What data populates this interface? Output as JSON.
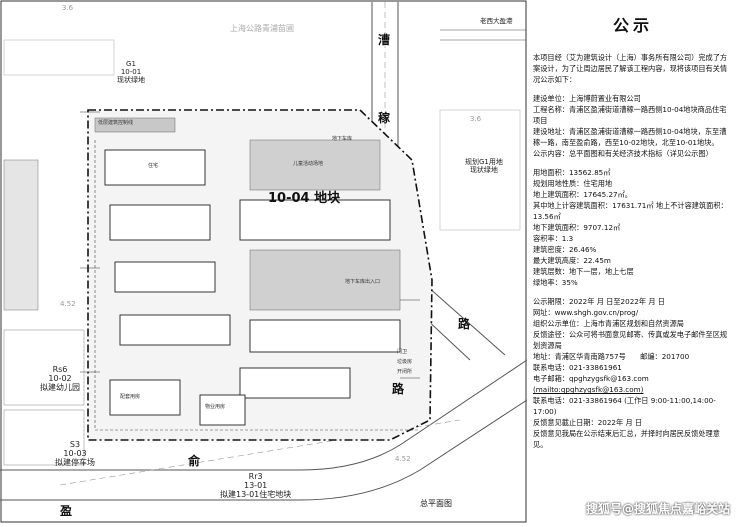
{
  "plan": {
    "top_road_name": "上海公路青浦苗圃",
    "lot_g1": {
      "line1": "G1",
      "line2": "10-01",
      "line3": "现状绿地"
    },
    "lot_main": {
      "label": "10-04 地块"
    },
    "lot_right": {
      "line1": "规划G1用地",
      "line2": "现状绿地"
    },
    "lot_rs6": {
      "line1": "Rs6",
      "line2": "10-02",
      "line3": "拟建幼儿园"
    },
    "lot_s3": {
      "line1": "S3",
      "line2": "10-03",
      "line3": "拟建停车场"
    },
    "lot_rr3": {
      "line1": "Rr3",
      "line2": "13-01",
      "line3": "拟建13-01住宅地块"
    },
    "top_right_label": "老西大盈港",
    "road_chars": {
      "c1": "漕",
      "c2": "稼",
      "c3": "路",
      "c4": "路",
      "c5": "俞",
      "c6": "盈"
    },
    "small_labels": {
      "s1": "低层建筑控制线",
      "s2": "住宅",
      "s3": "儿童活动场地",
      "s4": "地下车库",
      "s5": "配套用房",
      "s6": "物业用房",
      "s7": "门卫",
      "s8": "垃圾房",
      "s9": "开闭所",
      "s10": "地下车库出入口"
    },
    "numbers": {
      "n1": "3.6",
      "n2": "4.52",
      "n3": "3.6",
      "n4": "4.52"
    },
    "title": "总平面图"
  },
  "notice": {
    "title": "公示",
    "intro": "本项目经（艾为建筑设计（上海）事务所有限公司）完成了方案设计，为了让周边居民了解该工程内容，现将该项目有关情况公示如下：",
    "builder": "建设单位：上海博蔚置业有限公司",
    "project_name": "工程名称：青浦区盈浦街道漕稼一路西侧10-04地块商品住宅项目",
    "location": "建设地址：青浦区盈浦街道漕稼一路西侧10-04地块，东至漕稼一路，南至盈俞路，西至10-02地块，北至10-01地块。",
    "content": "公示内容：总平面图和有关经济技术指标（详见公示图）",
    "land_area": "用地面积：13562.85㎡",
    "land_use": "规划用地性质：住宅用地",
    "above_area": "地上建筑面积：17645.27㎡。",
    "of_which": "其中地上计容建筑面积：17631.71㎡ 地上不计容建筑面积：13.56㎡",
    "below_area": "地下建筑面积：9707.12㎡",
    "far": "容积率：1.3",
    "density": "建筑密度：26.46%",
    "height": "最大建筑高度：22.45m",
    "floors": "建筑层数：地下一层，地上七层",
    "green": "绿地率：35%",
    "period": "公示期限：2022年 月 日至2022年 月 日",
    "website": "网址：www.shgh.gov.cn/prog/",
    "organizer": "组织公示单位：上海市青浦区规划和自然资源局",
    "feedback": "反馈途径：公众可将书面意见邮寄、传真或发电子邮件至区规划资源局",
    "address": "地址：青浦区华青南路757号　　邮编：201700",
    "phone": "联系电话：021-33861961",
    "email": "电子邮箱：qpghzygsfk@163.com",
    "email_link": "(mailto:qpghzygsfk@163.com)",
    "contact": "联系电话：021-33861964 (工作日 9:00-11:00,14:00-17:00)",
    "deadline": "反馈意见截止日期：2022年 月 日",
    "closing": "反馈意见我局在公示结束后汇总，并择时向居民反馈处理意见。"
  },
  "watermark": "搜狐号@搜狐焦点嘉峪关站"
}
